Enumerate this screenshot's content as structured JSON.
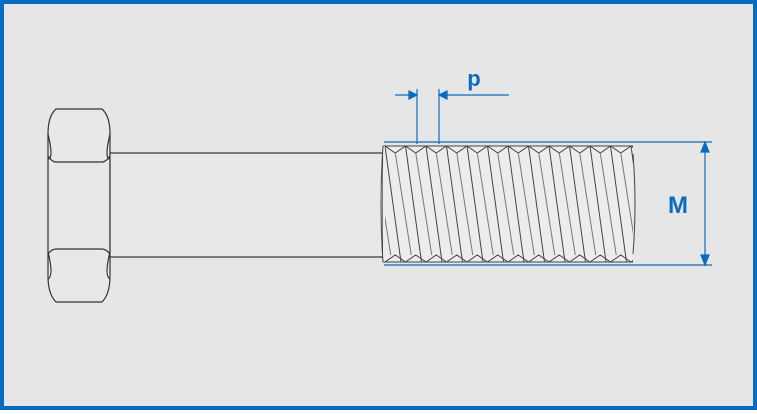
{
  "diagram": {
    "subject": "hex bolt",
    "labels": {
      "pitch": "p",
      "diameter": "M"
    },
    "colors": {
      "frame": "#0a6cc0",
      "background": "#e6e6e6",
      "outline": "#333333",
      "dimension": "#0a6cc0"
    },
    "icons": {
      "pitch_arrow": "dimension-arrow",
      "diameter_arrow": "dimension-arrow"
    }
  }
}
